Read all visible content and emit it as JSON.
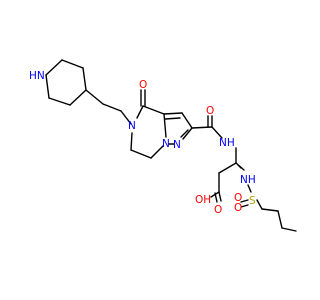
{
  "molecule": {
    "colors": {
      "bond": "#000000",
      "carbon": "#000000",
      "nitrogen": "#0000ff",
      "oxygen": "#ff0000",
      "sulfur": "#b3a300",
      "background": "#ffffff"
    },
    "labels": {
      "piperidine_nh": "HN",
      "ring_n_amide": "N",
      "ketone_o": "O",
      "pyrazole_n_bridge": "N",
      "pyrazole_n": "N",
      "amide_o": "O",
      "amide_nh": "NH",
      "sulfonamide_nh": "NH",
      "acid_oh": "OH",
      "acid_o": "O",
      "sulfonyl_o1": "O",
      "sulfonyl_o2": "O",
      "sulfur": "S"
    }
  }
}
